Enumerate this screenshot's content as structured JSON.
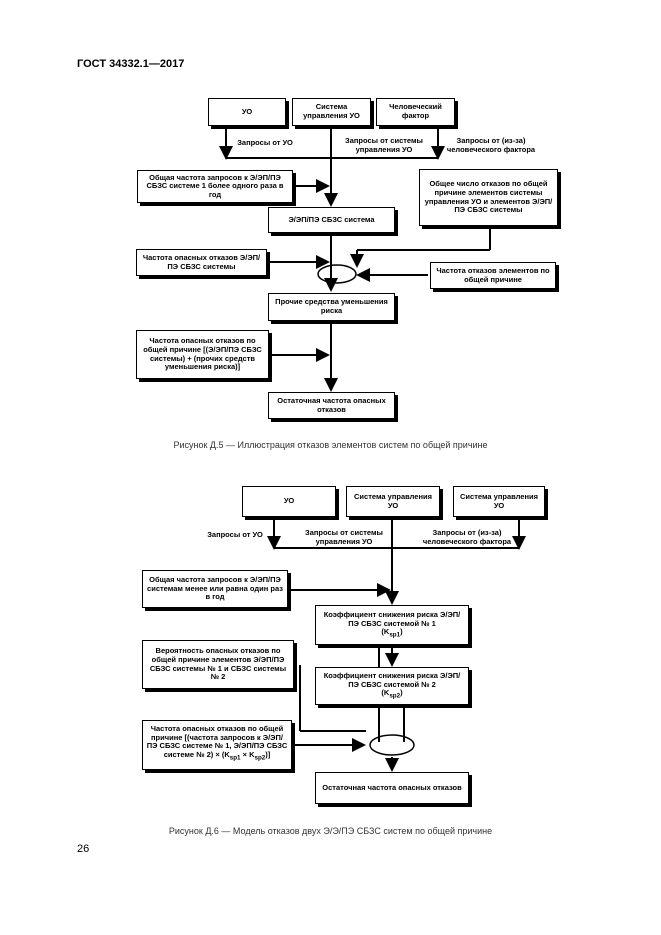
{
  "header": "ГОСТ 34332.1—2017",
  "page_number": "26",
  "figure1": {
    "box_uo": "УО",
    "box_control": "Система управления УО",
    "box_human": "Человеческий фактор",
    "label_requests_uo": "Запросы от УО",
    "label_requests_control": "Запросы от системы управления УО",
    "label_requests_human": "Запросы от (из-за) человеческого фактора",
    "box_request_freq": "Общая частота запросов к Э/ЭП/ПЭ СБЗС системе 1 более одного раза в год",
    "box_ccf_source": "Общее число отказов по общей причине элементов системы управления УО и элементов Э/ЭП/ПЭ СБЗС системы",
    "box_system": "Э/ЭП/ПЭ СБЗС система",
    "box_dangerous_freq": "Частота опасных отказов Э/ЭП/ПЭ СБЗС системы",
    "box_ccf_freq": "Частота отказов элементов по общей причине",
    "box_other_means": "Прочие средства уменьшения риска",
    "box_ccf_total": "Частота опасных отказов по общей причине [(Э/ЭП/ПЭ СБЗС системы) + (прочих средств уменьшения риска)]",
    "box_residual": "Остаточная частота опасных отказов",
    "caption": "Рисунок Д.5 — Иллюстрация отказов элементов систем по общей причине"
  },
  "figure2": {
    "box_uo": "УО",
    "box_control1": "Система управления УО",
    "box_control2": "Система управления УО",
    "label_requests_uo": "Запросы от УО",
    "label_requests_control": "Запросы от системы управления УО",
    "label_requests_human": "Запросы от (из-за) человеческого фактора",
    "box_request_freq": "Общая частота запросов к Э/ЭП/ПЭ системам менее или равна один раз в год",
    "box_reduction1": "Коэффициент снижения риска Э/ЭП/ПЭ СБЗС системой № 1",
    "box_reduction1_sym": "(K",
    "box_reduction1_sub": "sp1",
    "box_reduction1_end": ")",
    "box_ccf_prob": "Вероятность опасных отказов по общей причине элементов Э/ЭП/ПЭ СБЗС системы № 1 и СБЗС системы № 2",
    "box_reduction2": "Коэффициент снижения риска Э/ЭП/ПЭ СБЗС системой № 2",
    "box_reduction2_sym": "(K",
    "box_reduction2_sub": "sp2",
    "box_reduction2_end": ")",
    "box_ccf_freq": "Частота опасных отказов по общей причине [(частота запросов к Э/ЭП/ПЭ СБЗС системе № 1, Э/ЭП/ПЭ СБЗС системе № 2) × (K",
    "box_ccf_freq_sub1": "sp1",
    "box_ccf_freq_mid": " × K",
    "box_ccf_freq_sub2": "sp2",
    "box_ccf_freq_end": ")]",
    "box_residual": "Остаточная частота опасных отказов",
    "caption": "Рисунок Д.6 — Модель отказов двух Э/Э/ПЭ СБЗС систем по общей причине"
  }
}
